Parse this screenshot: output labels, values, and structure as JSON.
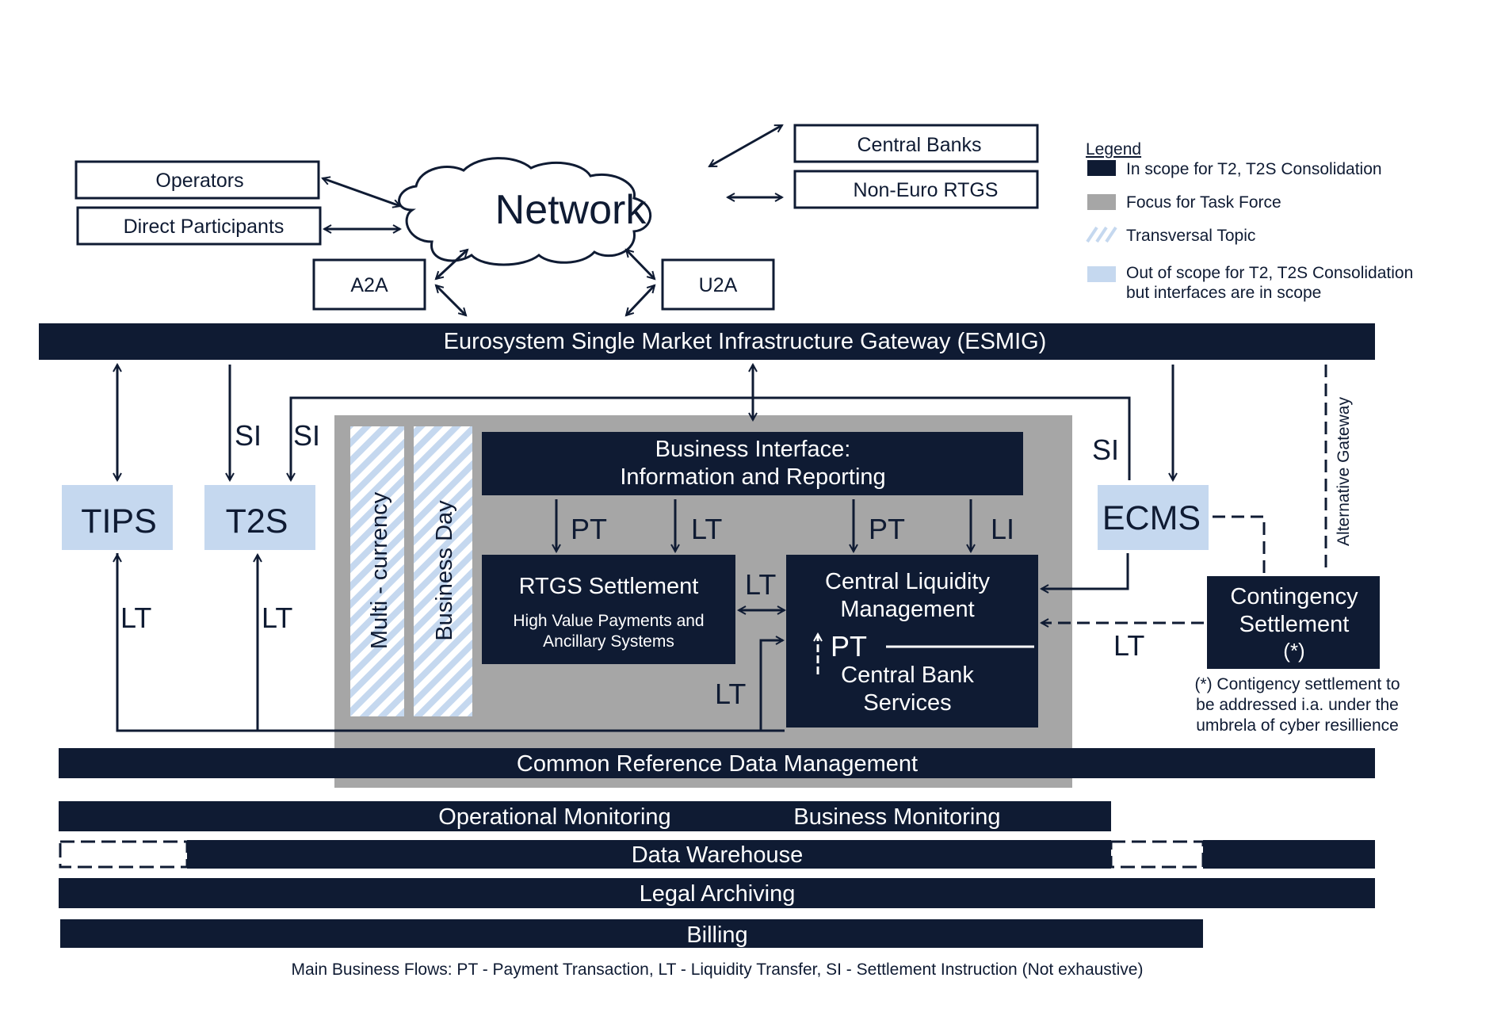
{
  "network": {
    "cloud_label": "Network",
    "operators": "Operators",
    "direct_participants": "Direct Participants",
    "central_banks": "Central Banks",
    "non_euro_rtgs": "Non-Euro RTGS",
    "a2a": "A2A",
    "u2a": "U2A"
  },
  "esmig": "Eurosystem Single Market Infrastructure Gateway (ESMIG)",
  "services": {
    "tips": "TIPS",
    "t2s": "T2S",
    "ecms": "ECMS"
  },
  "flows": {
    "si": "SI",
    "pt": "PT",
    "lt": "LT",
    "li": "LI"
  },
  "transversal": {
    "multi_currency": "Multi - currency",
    "business_day": "Business Day"
  },
  "core": {
    "business_interface_line1": "Business Interface:",
    "business_interface_line2": "Information and Reporting",
    "rtgs_title": "RTGS Settlement",
    "rtgs_sub_line1": "High Value Payments and",
    "rtgs_sub_line2": "Ancillary Systems",
    "clm_line1": "Central Liquidity",
    "clm_line2": "Management",
    "cbs_line1": "Central Bank",
    "cbs_line2": "Services"
  },
  "contingency": {
    "line1": "Contingency",
    "line2": "Settlement",
    "line3": "(*)",
    "note_line1": "(*) Contigency settlement to",
    "note_line2": "be addressed i.a. under the",
    "note_line3": "umbrela of cyber resillience"
  },
  "alternative_gateway": "Alternative Gateway",
  "bars": {
    "crdm": "Common Reference Data Management",
    "operational_monitoring": "Operational Monitoring",
    "business_monitoring": "Business Monitoring",
    "data_warehouse": "Data Warehouse",
    "legal_archiving": "Legal Archiving",
    "billing": "Billing"
  },
  "legend": {
    "title": "Legend",
    "in_scope": "In scope for T2, T2S Consolidation",
    "focus": "Focus for Task Force",
    "transversal": "Transversal Topic",
    "out_of_scope_line1": "Out of scope for T2, T2S Consolidation",
    "out_of_scope_line2": "but interfaces are in scope"
  },
  "footer": "Main Business Flows: PT - Payment Transaction, LT - Liquidity Transfer, SI - Settlement Instruction (Not exhaustive)",
  "colors": {
    "dark": "#0f1b33",
    "grey": "#a6a6a6",
    "light_blue": "#c5d8ef",
    "white": "#ffffff"
  }
}
